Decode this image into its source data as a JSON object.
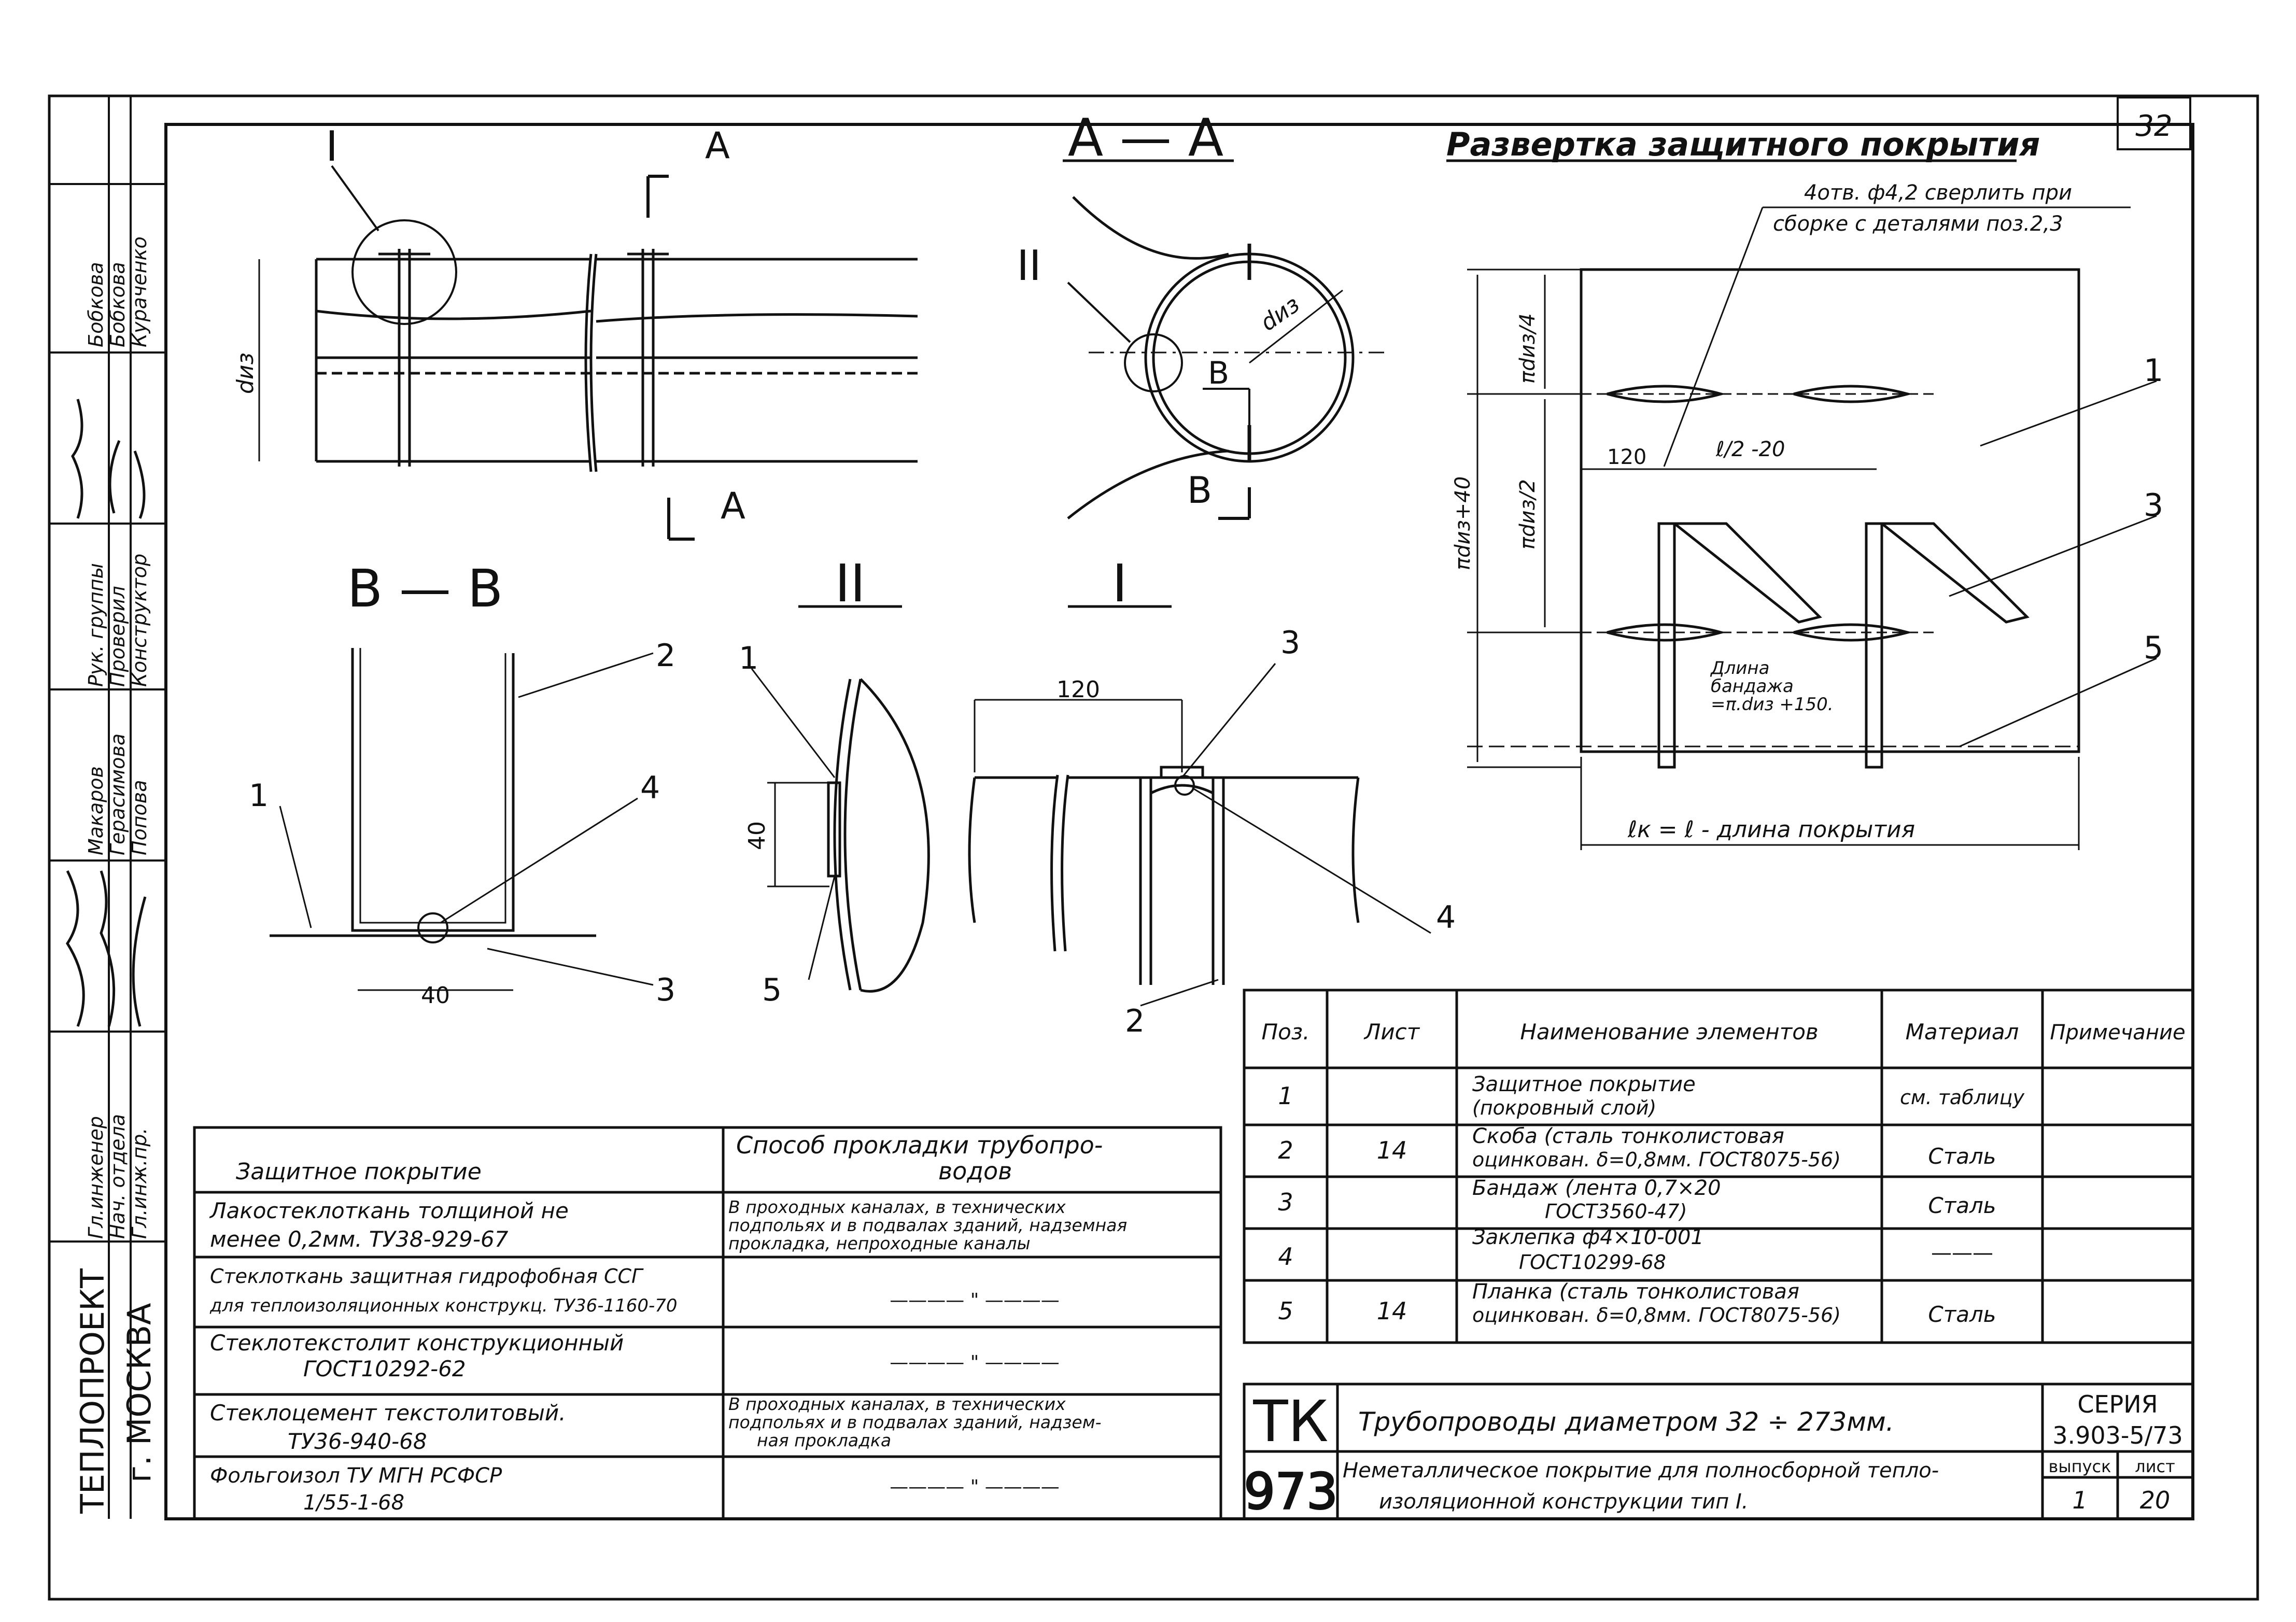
{
  "sheet": {
    "number": "32",
    "series_label": "СЕРИЯ",
    "series": "3.903-5/73",
    "issue_label": "выпуск",
    "issue": "1",
    "sheet_label": "лист",
    "sheet_no": "20",
    "code_top": "ТК",
    "code_bottom": "973",
    "title_line1": "Трубопроводы диаметром 32 ÷ 273мм.",
    "title_line2a": "Неметаллическое покрытие для полносборной тепло-",
    "title_line2b": "изоляционной конструкции тип I."
  },
  "org": {
    "name": "ТЕПЛОПРОЕКТ",
    "city": "г. МОСКВА"
  },
  "stamp": {
    "roles": [
      "Гл.инженер",
      "Нач. отдела",
      "Гл.инж.пр.",
      "Рук. группы",
      "Проверил",
      "Конструктор"
    ],
    "names_top": [
      "Бобкова",
      "Бобкова",
      "Кураченко"
    ],
    "names_bottom": [
      "Макаров",
      "Герасимова",
      "Попова"
    ]
  },
  "views": {
    "section_aa": "А — А",
    "section_bb": "В — В",
    "detail_2": "II",
    "detail_1": "I",
    "mark_I": "I",
    "mark_II": "II",
    "cut_A": "А",
    "cut_B": "В",
    "dim_diz": "dиз",
    "dim_40_bb": "40",
    "dim_40_d2": "40",
    "dim_120_d1": "120"
  },
  "callouts": [
    "1",
    "2",
    "3",
    "4",
    "5"
  ],
  "development": {
    "title": "Развертка защитного покрытия",
    "note_line1": "4отв. ф4,2 сверлить при",
    "note_line2": "сборке с деталями поз.2,3",
    "dim_pi_d4": "πdиз/4",
    "dim_pi_d2": "πdиз/2",
    "dim_pi_d40": "πdиз+40",
    "dim_120": "120",
    "dim_l2": "ℓ/2 -20",
    "band_label_1": "Длина",
    "band_label_2": "бандажа",
    "band_label_3": "=π.dиз +150.",
    "length_label": "ℓк = ℓ - длина покрытия"
  },
  "parts_table": {
    "headers": [
      "Поз.",
      "Лист",
      "Наименование элементов",
      "Материал",
      "Примечание"
    ],
    "rows": [
      {
        "pos": "1",
        "sheet": "",
        "name1": "Защитное покрытие",
        "name2": "(покровный слой)",
        "material": "см. таблицу",
        "note": ""
      },
      {
        "pos": "2",
        "sheet": "14",
        "name1": "Скоба (сталь тонколистовая",
        "name2": "оцинкован. δ=0,8мм. ГОСТ8075-56)",
        "material": "Сталь",
        "note": ""
      },
      {
        "pos": "3",
        "sheet": "",
        "name1": "Бандаж (лента 0,7×20",
        "name2": "ГОСТ3560-47)",
        "material": "Сталь",
        "note": ""
      },
      {
        "pos": "4",
        "sheet": "",
        "name1": "Заклепка ф4×10-001",
        "name2": "ГОСТ10299-68",
        "material": "———",
        "note": ""
      },
      {
        "pos": "5",
        "sheet": "14",
        "name1": "Планка (сталь тонколистовая",
        "name2": "оцинкован. δ=0,8мм. ГОСТ8075-56)",
        "material": "Сталь",
        "note": ""
      }
    ]
  },
  "coating_table": {
    "headers": [
      "Защитное покрытие",
      "Способ прокладки трубопро-",
      "водов"
    ],
    "rows": [
      {
        "c1a": "Лакостеклоткань толщиной не",
        "c1b": "менее 0,2мм. ТУ38-929-67",
        "c2a": "В проходных каналах, в технических",
        "c2b": "подпольях и в подвалах зданий, надземная",
        "c2c": "прокладка, непроходные каналы"
      },
      {
        "c1a": "Стеклоткань защитная гидрофобная ССГ",
        "c1b": "для теплоизоляционных конструкц. ТУ36-1160-70",
        "c2a": "———— \" ————",
        "c2b": "",
        "c2c": ""
      },
      {
        "c1a": "Стеклотекстолит конструкционный",
        "c1b": "ГОСТ10292-62",
        "c2a": "———— \" ————",
        "c2b": "",
        "c2c": ""
      },
      {
        "c1a": "Стеклоцемент текстолитовый.",
        "c1b": "ТУ36-940-68",
        "c2a": "В проходных каналах, в технических",
        "c2b": "подпольях и в подвалах зданий, надзем-",
        "c2c": "ная прокладка"
      },
      {
        "c1a": "Фольгоизол ТУ МГН РСФСР",
        "c1b": "1/55-1-68",
        "c2a": "———— \" ————",
        "c2b": "",
        "c2c": ""
      }
    ]
  }
}
